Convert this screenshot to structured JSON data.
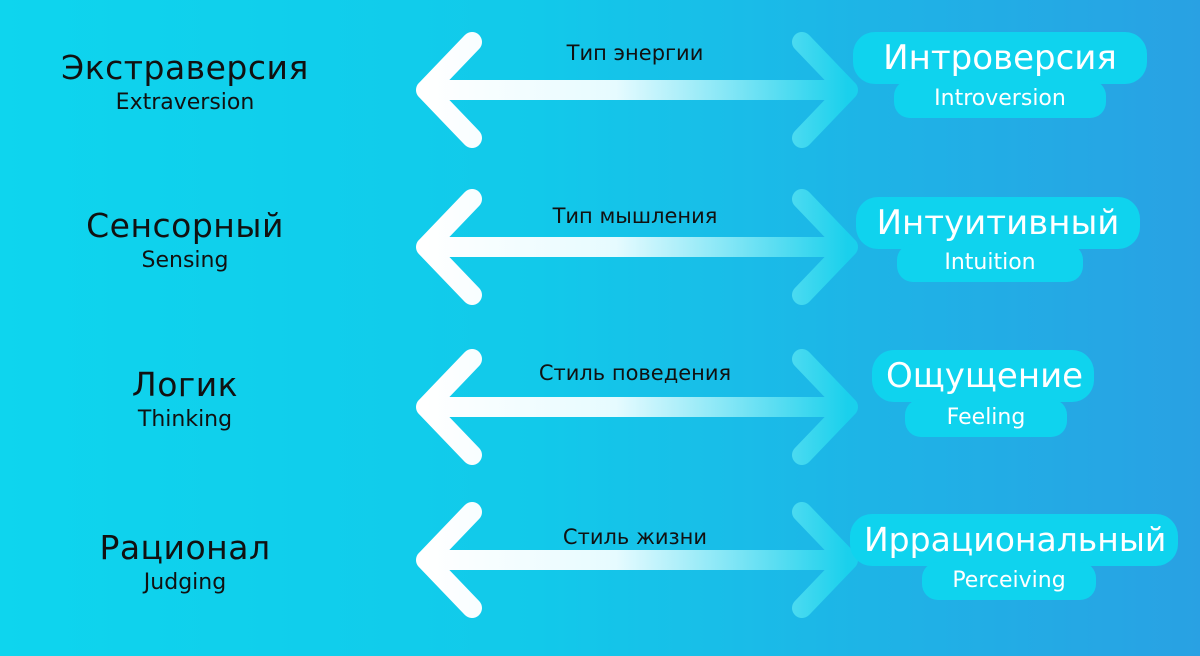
{
  "rows": [
    {
      "left_ru": "Экстраверсия",
      "left_en": "Extraversion",
      "label": "Тип энергии",
      "right_ru": "Интроверсия",
      "right_en": "Introversion"
    },
    {
      "left_ru": "Сенсорный",
      "left_en": "Sensing",
      "label": "Тип мышления",
      "right_ru": "Интуитивный",
      "right_en": "Intuition"
    },
    {
      "left_ru": "Логик",
      "left_en": "Thinking",
      "label": "Стиль поведения",
      "right_ru": "Ощущение",
      "right_en": "Feeling"
    },
    {
      "left_ru": "Рационал",
      "left_en": "Judging",
      "label": "Стиль жизни",
      "right_ru": "Иррациональный",
      "right_en": "Perceiving"
    }
  ],
  "colors": {
    "background_start": "#0ed5ee",
    "background_end": "#29a1e3",
    "pill": "#0fd3ee",
    "arrow_left": "#ffffff",
    "arrow_right": "#1ad0ec",
    "text_dark": "#111111",
    "text_light": "#ffffff"
  },
  "icons": [
    "double-headed-arrow-icon"
  ]
}
